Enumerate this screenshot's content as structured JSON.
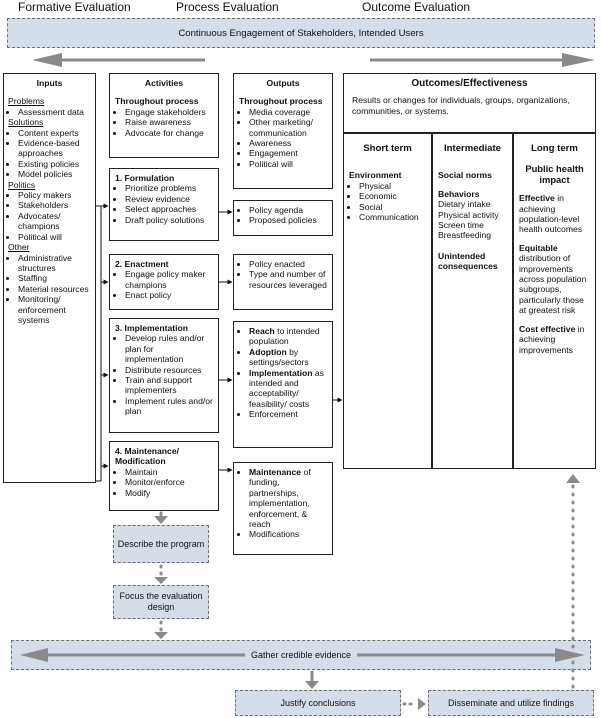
{
  "headers": {
    "formative": "Formative Evaluation",
    "process": "Process Evaluation",
    "outcome": "Outcome Evaluation"
  },
  "banner": "Continuous Engagement of Stakeholders, Intended Users",
  "inputs": {
    "title": "Inputs",
    "problems_label": "Problems",
    "problems": [
      "Assessment data"
    ],
    "solutions_label": "Solutions",
    "solutions": [
      "Content experts",
      "Evidence-based approaches",
      "Existing policies",
      "Model policies"
    ],
    "politics_label": "Politics",
    "politics": [
      "Policy makers",
      "Stakeholders",
      "Advocates/ champions",
      "Political will"
    ],
    "other_label": "Other",
    "other": [
      "Administrative structures",
      "Staffing",
      "Material resources",
      "Monitoring/ enforcement systems"
    ]
  },
  "activities": {
    "title": "Activities",
    "throughout_label": "Throughout process",
    "throughout": [
      "Engage stakeholders",
      "Raise awareness",
      "Advocate for change"
    ],
    "formulation": {
      "title": "1. Formulation",
      "items": [
        "Prioritize problems",
        "Review evidence",
        "Select approaches",
        "Draft policy solutions"
      ]
    },
    "enactment": {
      "title": "2. Enactment",
      "items": [
        "Engage policy maker champions",
        "Enact policy"
      ]
    },
    "implementation": {
      "title": "3. Implementation",
      "items": [
        "Develop rules and/or plan for implementation",
        "Distribute resources",
        "Train and support implementers",
        "Implement rules and/or plan"
      ]
    },
    "maintenance": {
      "title": "4. Maintenance/ Modification",
      "items": [
        "Maintain",
        "Monitor/enforce",
        "Modify"
      ]
    }
  },
  "outputs": {
    "title": "Outputs",
    "throughout_label": "Throughout process",
    "throughout": [
      "Media coverage",
      "Other marketing/ communication",
      "Awareness",
      "Engagement",
      "Political will"
    ],
    "formulation": [
      "Policy agenda",
      "Proposed policies"
    ],
    "enactment": [
      "Policy enacted",
      "Type and number of resources leveraged"
    ],
    "implementation": {
      "reach_b": "Reach",
      "reach": " to intended population",
      "adoption_b": "Adoption",
      "adoption": " by settings/sectors",
      "impl_b": "Implementation",
      "impl": " as intended  and acceptability/ feasibility/ costs",
      "enforcement": "Enforcement"
    },
    "maintenance": {
      "maint_b": "Maintenance",
      "maint": " of funding, partnerships, implementation, enforcement, & reach",
      "modifications": "Modifications"
    }
  },
  "outcomes": {
    "title": "Outcomes/Effectiveness",
    "desc": "Results or changes for individuals, groups, organizations, communities, or systems.",
    "short_term": {
      "title": "Short term",
      "env_label": "Environment",
      "env": [
        "Physical",
        "Economic",
        "Social",
        "Communication"
      ]
    },
    "intermediate": {
      "title": "Intermediate",
      "norms": "Social norms",
      "behaviors_label": "Behaviors",
      "behaviors": [
        "Dietary intake",
        "Physical activity",
        "Screen time",
        "Breastfeeding"
      ],
      "unintended": "Unintended consequences"
    },
    "long_term": {
      "title": "Long term",
      "impact": "Public health impact",
      "effective_b": "Effective",
      "effective": " in achieving population-level health outcomes",
      "equitable_b": "Equitable",
      "equitable": " distribution of improvements across population subgroups, particularly those at greatest risk",
      "cost_b": "Cost effective",
      "cost": " in achieving improvements"
    }
  },
  "steps": {
    "describe": "Describe the program",
    "focus": "Focus the evaluation design",
    "gather": "Gather credible evidence",
    "justify": "Justify conclusions",
    "disseminate": "Disseminate and utilize findings"
  },
  "colors": {
    "step_fill": "#d5dde9",
    "arrow_gray": "#8a8a8a"
  }
}
